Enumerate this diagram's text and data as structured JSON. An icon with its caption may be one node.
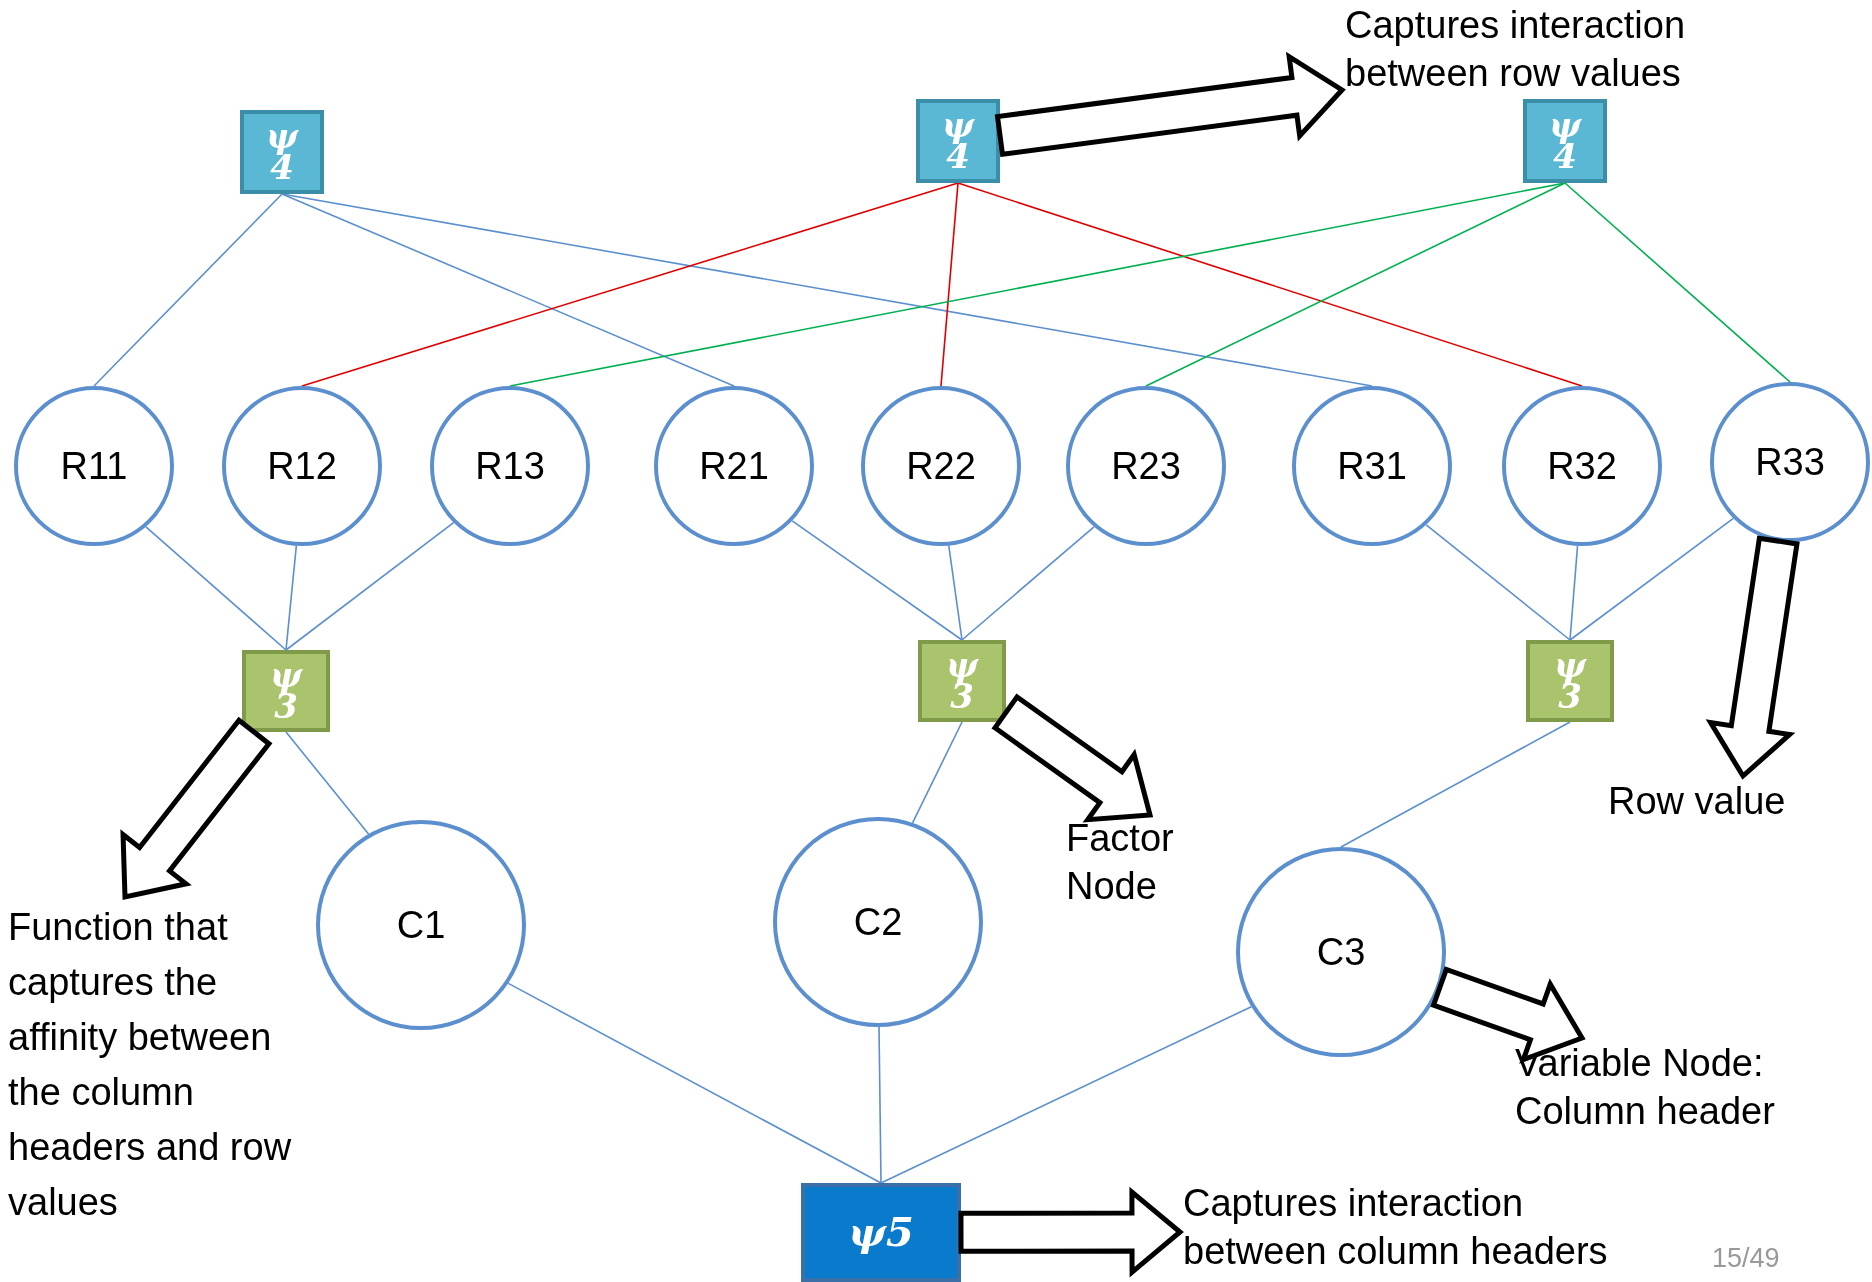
{
  "diagram": {
    "nodes": [
      {
        "text": [
          "ψ 4"
        ]
      },
      {
        "text": [
          "ψ 4"
        ]
      },
      {
        "text": [
          "ψ 4"
        ]
      },
      {
        "text": [
          "R11"
        ]
      },
      {
        "text": [
          "R12"
        ]
      },
      {
        "text": [
          "R13"
        ]
      },
      {
        "text": [
          "R21"
        ]
      },
      {
        "text": [
          "R22"
        ]
      },
      {
        "text": [
          "R23"
        ]
      },
      {
        "text": [
          "R31"
        ]
      },
      {
        "text": [
          "R32"
        ]
      },
      {
        "text": [
          "R33"
        ]
      },
      {
        "text": [
          "ψ 3"
        ]
      },
      {
        "text": [
          "ψ 3"
        ]
      },
      {
        "text": [
          "ψ 3"
        ]
      },
      {
        "text": [
          "C1"
        ]
      },
      {
        "text": [
          "C2"
        ]
      },
      {
        "text": [
          "C3"
        ]
      },
      {
        "text": [
          "ψ5"
        ]
      },
      {
        "text": [
          "Captures interaction between row values"
        ]
      },
      {
        "text": [
          "Row value"
        ]
      },
      {
        "text": [
          "Factor Node"
        ]
      },
      {
        "text": [
          "Function that captures the affinity between the column headers and row values"
        ]
      },
      {
        "text": [
          "Variable Node: Column header"
        ]
      },
      {
        "text": [
          "Captures interaction between column headers"
        ]
      }
    ],
    "edges": [
      {
        "from": 0,
        "to": 3,
        "arrow": "none"
      },
      {
        "from": 0,
        "to": 6,
        "arrow": "none"
      },
      {
        "from": 0,
        "to": 9,
        "arrow": "none"
      },
      {
        "from": 1,
        "to": 4,
        "arrow": "none",
        "color": "#e00000"
      },
      {
        "from": 1,
        "to": 7,
        "arrow": "none",
        "color": "#e00000"
      },
      {
        "from": 1,
        "to": 10,
        "arrow": "none",
        "color": "#e00000"
      },
      {
        "from": 2,
        "to": 5,
        "arrow": "none",
        "color": "#00b050"
      },
      {
        "from": 2,
        "to": 8,
        "arrow": "none",
        "color": "#00b050"
      },
      {
        "from": 2,
        "to": 11,
        "arrow": "none",
        "color": "#00b050"
      },
      {
        "from": 3,
        "to": 12,
        "arrow": "none"
      },
      {
        "from": 4,
        "to": 12,
        "arrow": "none"
      },
      {
        "from": 5,
        "to": 12,
        "arrow": "none"
      },
      {
        "from": 6,
        "to": 13,
        "arrow": "none"
      },
      {
        "from": 7,
        "to": 13,
        "arrow": "none"
      },
      {
        "from": 8,
        "to": 13,
        "arrow": "none"
      },
      {
        "from": 9,
        "to": 14,
        "arrow": "none"
      },
      {
        "from": 10,
        "to": 14,
        "arrow": "none"
      },
      {
        "from": 11,
        "to": 14,
        "arrow": "none"
      },
      {
        "from": 12,
        "to": 15,
        "arrow": "none"
      },
      {
        "from": 13,
        "to": 16,
        "arrow": "none"
      },
      {
        "from": 14,
        "to": 17,
        "arrow": "none"
      },
      {
        "from": 15,
        "to": 18,
        "arrow": "none"
      },
      {
        "from": 16,
        "to": 18,
        "arrow": "none"
      },
      {
        "from": 17,
        "to": 18,
        "arrow": "none"
      },
      {
        "from": 1,
        "to": 19,
        "arrow": "to",
        "style": "thick",
        "color": "#000000"
      },
      {
        "from": 11,
        "to": 20,
        "arrow": "to",
        "style": "thick",
        "color": "#000000"
      },
      {
        "from": 13,
        "to": 21,
        "arrow": "to",
        "style": "thick",
        "color": "#000000"
      },
      {
        "from": 12,
        "to": 22,
        "arrow": "to",
        "style": "thick",
        "color": "#000000"
      },
      {
        "from": 17,
        "to": 23,
        "arrow": "to",
        "style": "thick",
        "color": "#000000"
      },
      {
        "from": 18,
        "to": 24,
        "arrow": "to",
        "style": "thick",
        "color": "#000000"
      }
    ],
    "labels": [
      "15/49"
    ]
  }
}
